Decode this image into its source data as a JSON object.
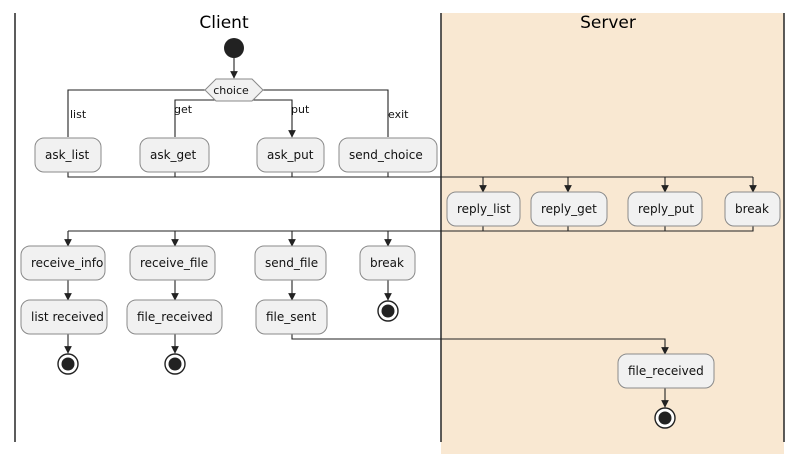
{
  "diagram": {
    "type": "activity-diagram-swimlanes",
    "colors": {
      "server_lane": "#f9e8d2",
      "node_fill": "#f1f1f1",
      "node_border": "#8a8a8a",
      "line": "#222222"
    },
    "lanes": {
      "client": "Client",
      "server": "Server"
    },
    "decision": {
      "label": "choice"
    },
    "branches": {
      "list": "list",
      "get": "get",
      "put": "put",
      "exit": "exit"
    },
    "client_requests": {
      "ask_list": "ask_list",
      "ask_get": "ask_get",
      "ask_put": "ask_put",
      "send_choice": "send_choice"
    },
    "server_replies": {
      "reply_list": "reply_list",
      "reply_get": "reply_get",
      "reply_put": "reply_put",
      "break": "break"
    },
    "client_handling": {
      "receive_info": "receive_info",
      "receive_file": "receive_file",
      "send_file": "send_file",
      "break": "break",
      "list_received": "list received",
      "file_received": "file_received",
      "file_sent": "file_sent"
    },
    "server_final": {
      "file_received": "file_received"
    }
  }
}
